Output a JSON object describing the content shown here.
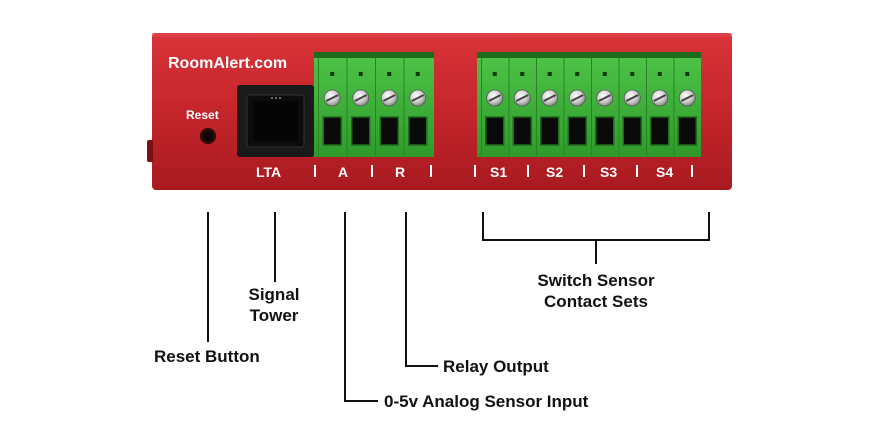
{
  "device": {
    "brand": "RoomAlert.com",
    "reset_label": "Reset",
    "ports": {
      "lta": "LTA",
      "analog": "A",
      "relay": "R",
      "switch_1": "S1",
      "switch_2": "S2",
      "switch_3": "S3",
      "switch_4": "S4"
    },
    "colors": {
      "chassis": "#c8262c",
      "terminal_green": "#3fae3a",
      "jack": "#1a1a1a"
    }
  },
  "callouts": {
    "reset_button": "Reset Button",
    "signal_tower_line1": "Signal",
    "signal_tower_line2": "Tower",
    "relay_output": "Relay Output",
    "analog_input": "0-5v Analog Sensor Input",
    "switch_sensor_line1": "Switch Sensor",
    "switch_sensor_line2": "Contact Sets"
  }
}
